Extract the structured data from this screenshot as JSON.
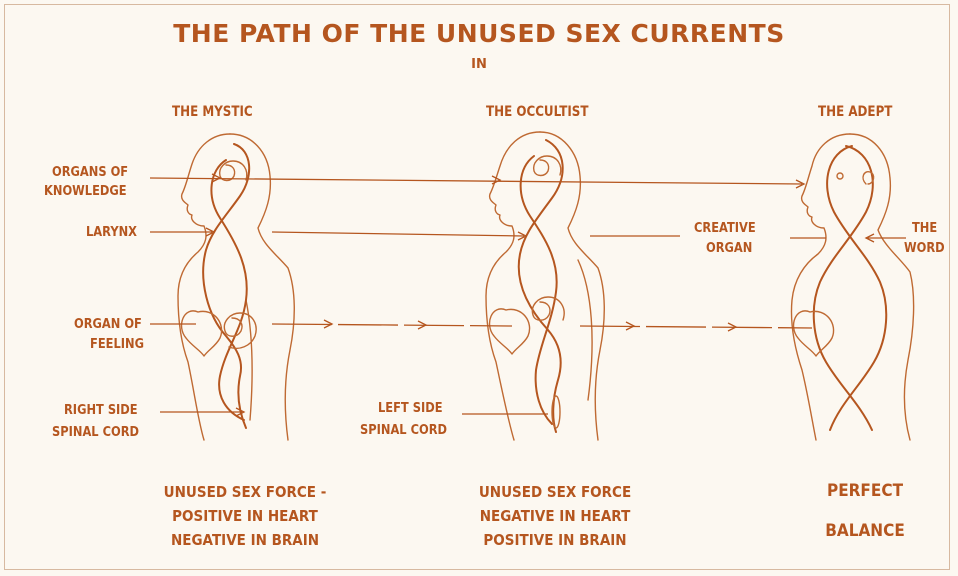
{
  "title": "THE PATH OF THE UNUSED SEX CURRENTS",
  "subtitle": "IN",
  "figures": {
    "mystic": {
      "heading": "THE MYSTIC",
      "caption": [
        "UNUSED SEX FORCE -",
        "POSITIVE IN HEART",
        "NEGATIVE IN BRAIN"
      ]
    },
    "occultist": {
      "heading": "THE OCCULTIST",
      "caption": [
        "UNUSED SEX FORCE",
        "NEGATIVE IN HEART",
        "POSITIVE IN BRAIN"
      ]
    },
    "adept": {
      "heading": "THE ADEPT",
      "caption": [
        "PERFECT",
        "BALANCE"
      ]
    }
  },
  "labels": {
    "organs_of_knowledge": [
      "ORGANS OF",
      "KNOWLEDGE"
    ],
    "larynx": "LARYNX",
    "organ_of_feeling": [
      "ORGAN OF",
      "FEELING"
    ],
    "right_side_spinal_cord": [
      "RIGHT SIDE",
      "SPINAL CORD"
    ],
    "left_side_spinal_cord": [
      "LEFT SIDE",
      "SPINAL CORD"
    ],
    "creative_organ": [
      "CREATIVE",
      "ORGAN"
    ],
    "the_word": [
      "THE",
      "WORD"
    ]
  },
  "colors": {
    "ink": "#b5561f",
    "paper": "#fcf8f1"
  }
}
